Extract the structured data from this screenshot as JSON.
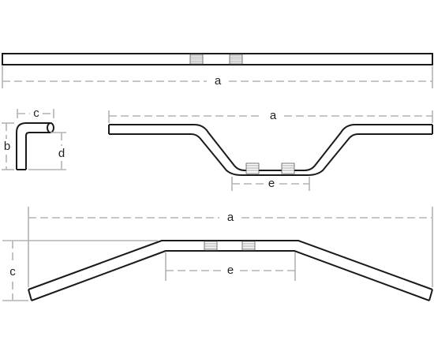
{
  "views": {
    "top": {
      "dimension_a": "a"
    },
    "end": {
      "dimension_c": "c",
      "dimension_b": "b",
      "dimension_d": "d"
    },
    "front": {
      "dimension_a": "a",
      "dimension_e": "e"
    },
    "rear": {
      "dimension_a": "a",
      "dimension_c": "c",
      "dimension_e": "e"
    }
  },
  "colors": {
    "outline": "#1a1a1a",
    "dimension_line": "#b3b3b3"
  }
}
